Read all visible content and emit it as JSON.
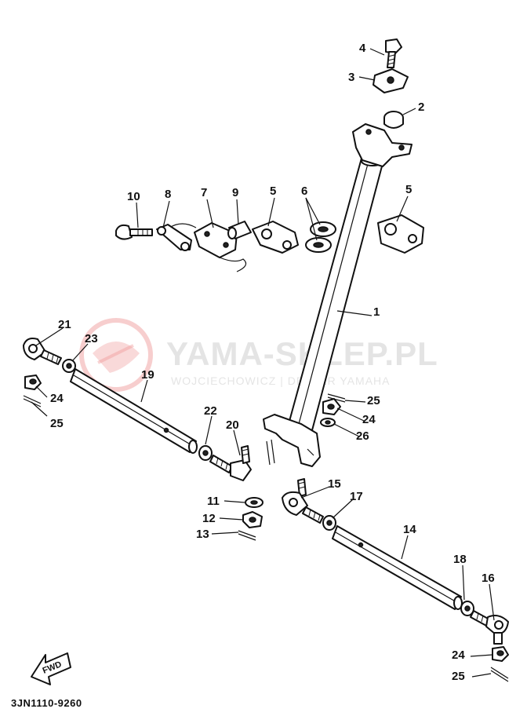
{
  "diagram": {
    "part_code": "3JN1110-9260",
    "fwd_label": "FWD",
    "watermark": {
      "title": "YAMA-SKLEP.PL",
      "subtitle": "WOJCIECHOWICZ | DEALER YAMAHA",
      "color": "#e03a3a"
    },
    "callouts": [
      {
        "id": "c1",
        "label": "1"
      },
      {
        "id": "c2",
        "label": "2"
      },
      {
        "id": "c3",
        "label": "3"
      },
      {
        "id": "c4",
        "label": "4"
      },
      {
        "id": "c5a",
        "label": "5"
      },
      {
        "id": "c5b",
        "label": "5"
      },
      {
        "id": "c6",
        "label": "6"
      },
      {
        "id": "c7",
        "label": "7"
      },
      {
        "id": "c8",
        "label": "8"
      },
      {
        "id": "c9",
        "label": "9"
      },
      {
        "id": "c10",
        "label": "10"
      },
      {
        "id": "c11",
        "label": "11"
      },
      {
        "id": "c12",
        "label": "12"
      },
      {
        "id": "c13",
        "label": "13"
      },
      {
        "id": "c14",
        "label": "14"
      },
      {
        "id": "c15",
        "label": "15"
      },
      {
        "id": "c16",
        "label": "16"
      },
      {
        "id": "c17",
        "label": "17"
      },
      {
        "id": "c18",
        "label": "18"
      },
      {
        "id": "c19",
        "label": "19"
      },
      {
        "id": "c20",
        "label": "20"
      },
      {
        "id": "c21",
        "label": "21"
      },
      {
        "id": "c22",
        "label": "22"
      },
      {
        "id": "c23",
        "label": "23"
      },
      {
        "id": "c24a",
        "label": "24"
      },
      {
        "id": "c24b",
        "label": "24"
      },
      {
        "id": "c24c",
        "label": "24"
      },
      {
        "id": "c25a",
        "label": "25"
      },
      {
        "id": "c25b",
        "label": "25"
      },
      {
        "id": "c25c",
        "label": "25"
      },
      {
        "id": "c26",
        "label": "26"
      }
    ]
  }
}
